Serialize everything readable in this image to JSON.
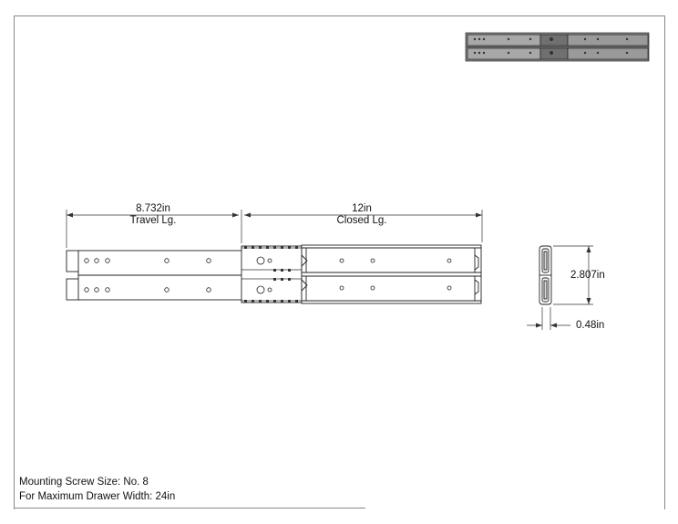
{
  "dimensions": {
    "travel": {
      "value": "8.732in",
      "label": "Travel Lg."
    },
    "closed": {
      "value": "12in",
      "label": "Closed Lg."
    },
    "height": {
      "value": "2.807in"
    },
    "width": {
      "value": "0.48in"
    }
  },
  "notes": {
    "screw_size": "Mounting Screw Size: No. 8",
    "max_drawer_width": "For Maximum Drawer Width: 24in"
  }
}
